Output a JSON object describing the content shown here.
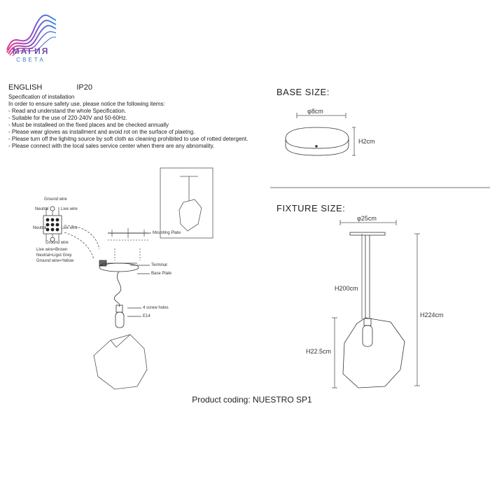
{
  "brand": {
    "name": "МАГИЯ",
    "subtitle": "СВЕТА"
  },
  "spec": {
    "language": "ENGLISH",
    "ip_rating": "IP20",
    "lines": [
      "Specification of installation",
      "In order to ensure safety use, please notice the following items:",
      "- Read and understand the whole Specification.",
      "- Suitable for the use of 220-240V and 50-60Hz.",
      "- Must be installeed on the fixed places and be checked annually",
      "- Please wear gloves as installment and avoid rot on the surface of plaetng.",
      "- Please turn off the lighitng source by soft cloth as cleaning prohibited to use of rotted detergent.",
      "- Please connect with the local sales service center when there are any abnomality."
    ]
  },
  "wiring": {
    "ground_top": "Ground wire",
    "neutral_left_top": "Neutral",
    "live_right_top": "Live wire",
    "neutral_left_bottom": "Neutral",
    "live_right_bottom": "Live wire",
    "ground_bottom": "Ground wire",
    "legend": [
      "Live wire=Brown",
      "Neutral=Ligut Grey",
      "Ground wire=Yellow"
    ]
  },
  "callouts": {
    "mounting_plate": "Mounting Plate",
    "terminal": "Terminal",
    "base_plate": "Base Plate",
    "screw_holes": "4 screw holes",
    "lamp": "E14"
  },
  "base_size": {
    "title": "BASE SIZE:",
    "diameter": "φ8cm",
    "height": "H2cm"
  },
  "fixture_size": {
    "title": "FIXTURE SIZE:",
    "diameter": "φ25cm",
    "rod_height": "H200cm",
    "total_height": "H224cm",
    "shade_height": "H22.5cm"
  },
  "product_coding": "Product coding: NUESTRO SP1"
}
